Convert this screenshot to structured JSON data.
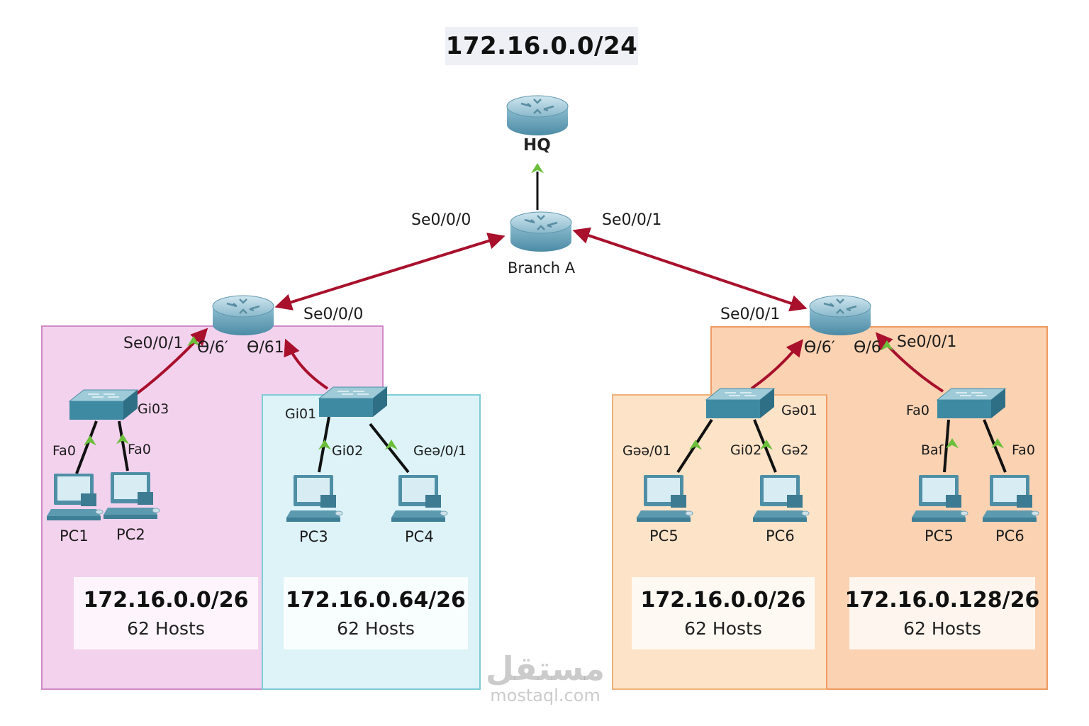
{
  "title": "172.16.0.0/24",
  "devices": {
    "hq": "HQ",
    "branch_a": "Branch A",
    "pcs": [
      "PC1",
      "PC2",
      "PC3",
      "PC4",
      "PC5",
      "PC6",
      "PC5",
      "PC6"
    ]
  },
  "interfaces": {
    "branch_left": "Se0/0/0",
    "branch_right": "Se0/0/1",
    "left_router_serial": "Se0/0/0",
    "right_router_serial": "Se0/0/1",
    "left_router_down_a": "Se0/0/1",
    "left_router_g1": "Ɵ/6′",
    "left_router_g2": "Ɵ/61",
    "right_router_g1": "Ɵ/6′",
    "right_router_g2": "Ɵ/6",
    "right_router_down_b": "Se0/0/1",
    "sw1_up": "Gi03",
    "sw1_p1": "Fa0",
    "sw1_p2": "Fa0",
    "sw2_up": "Gi01",
    "sw2_p1": "Gi02",
    "sw2_p2": "Geə/0/1",
    "sw3_up": "Gə01",
    "sw3_p1": "Gəə/01",
    "sw3_p2a": "Gi02",
    "sw3_p2b": "Gə2",
    "sw4_up": "Fa0",
    "sw4_p1": "Baſ",
    "sw4_p2": "Fa0"
  },
  "subnets": [
    {
      "address": "172.16.0.0/26",
      "hosts": "62 Hosts",
      "color": "#f0c4e8"
    },
    {
      "address": "172.16.0.64/26",
      "hosts": "62 Hosts",
      "color": "#d9f2f7"
    },
    {
      "address": "172.16.0.0/26",
      "hosts": "62 Hosts",
      "color": "#fde0c4"
    },
    {
      "address": "172.16.0.128/26",
      "hosts": "62 Hosts",
      "color": "#fbcfae"
    }
  ],
  "colors": {
    "serial_link": "#a8102c",
    "ethernet_link": "#111111",
    "link_up_arrow": "#6bbf3a",
    "router_body": "#7fb3c9",
    "switch_body": "#3f8aa3"
  },
  "watermark": {
    "logo": "مستقل",
    "url": "mostaql.com"
  }
}
